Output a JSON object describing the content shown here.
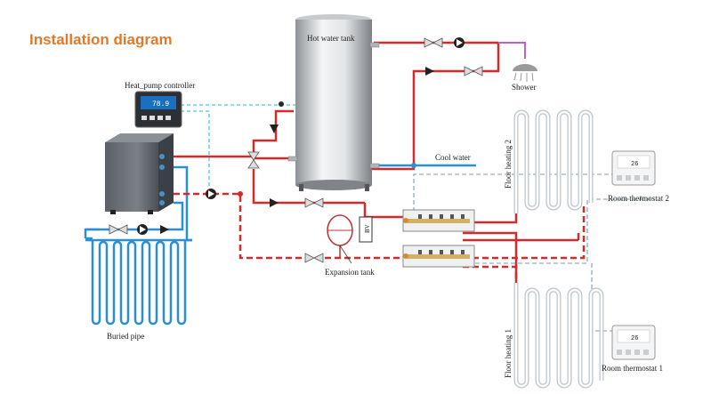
{
  "title": "Installation diagram",
  "labels": {
    "hot_water_tank": "Hot water tank",
    "shower": "Shower",
    "controller": "Heat_pump controller",
    "controller_display": "78.9",
    "cool_water": "Cool water",
    "floor_heating_2": "Floor heating 2",
    "floor_heating_1": "Floor heating 1",
    "room_thermostat_2": "Room thermostat 2",
    "room_thermostat_1": "Room thermostat 1",
    "bv": "BV",
    "expansion_tank": "Expansion tank",
    "buried_pipe": "Buried pipe",
    "thermostat_display": "26"
  },
  "colors": {
    "title": "#e07a2a",
    "hot_pipe": "#d42a2a",
    "cold_pipe": "#2a8fd4",
    "signal_line": "#4fc3e0",
    "control_line": "#7a9cb0",
    "shower_pipe": "#c060c0"
  }
}
